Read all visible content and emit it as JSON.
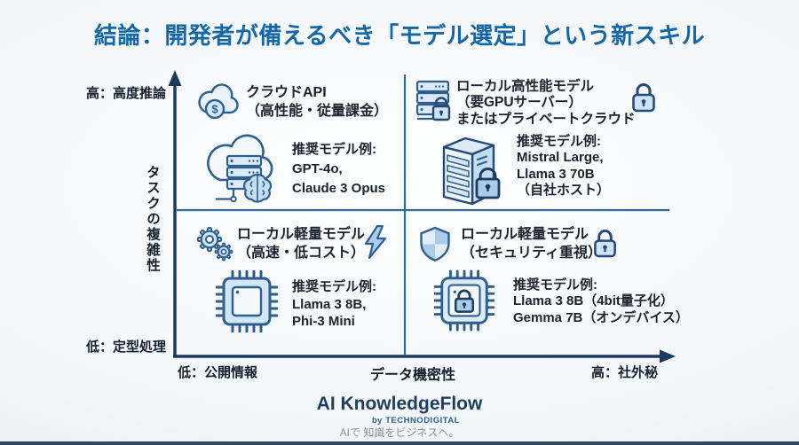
{
  "title": "結論：開発者が備えるべき「モデル選定」という新スキル",
  "axes": {
    "y": {
      "label": "タスクの複雑性",
      "high": "高：高度推論",
      "low": "低：定型処理"
    },
    "x": {
      "label": "データ機密性",
      "low": "低：公開情報",
      "high": "高：社外秘"
    }
  },
  "quadrants": [
    {
      "position": "top-left",
      "header_icon": "cloud-dollar-icon",
      "title_lines": [
        "クラウドAPI",
        "（高性能・従量課金）"
      ],
      "illustration_icon": "cloud-server-brain-icon",
      "recommend_lines": [
        "推奨モデル例:",
        "GPT-4o,",
        "Claude 3 Opus"
      ]
    },
    {
      "position": "top-right",
      "header_icon": "server-lock-icon",
      "accent_icon": "padlock-icon",
      "title_lines": [
        "ローカル高性能モデル",
        "（要GPUサーバー）",
        "またはプライベートクラウド"
      ],
      "illustration_icon": "server-tower-lock-icon",
      "recommend_lines": [
        "推奨モデル例:",
        "Mistral Large,",
        "Llama 3 70B",
        "（自社ホスト）"
      ]
    },
    {
      "position": "bottom-left",
      "header_icon": "gears-icon",
      "accent_icon": "lightning-icon",
      "title_lines": [
        "ローカル軽量モデル",
        "（高速・低コスト）"
      ],
      "illustration_icon": "chip-icon",
      "recommend_lines": [
        "推奨モデル例:",
        "Llama 3 8B,",
        "Phi-3 Mini"
      ]
    },
    {
      "position": "bottom-right",
      "header_icon": "shield-icon",
      "accent_icon": "padlock-icon",
      "title_lines": [
        "ローカル軽量モデル",
        "（セキュリティ重視）"
      ],
      "illustration_icon": "chip-lock-icon",
      "recommend_lines": [
        "推奨モデル例:",
        "Llama 3 8B（4bit量子化）",
        "Gemma 7B（オンデバイス）"
      ]
    }
  ],
  "footer": {
    "brand": "AI KnowledgeFlow",
    "byline": "by TECHNODIGITAL",
    "tagline": "AIで 知識をビジネスへ。"
  },
  "icon_glyphs": {
    "dollar": "$"
  },
  "colors": {
    "title_blue": "#1467a8",
    "axis_navy": "#1b3a5f",
    "divider_blue": "#2e6b96",
    "body_text": "#1b2330",
    "icon_stroke": "#2e5f8f",
    "icon_fill_light": "#dcebf7",
    "icon_fill_medium": "#a9cce9",
    "footer_navy": "#1d3e5e",
    "tagline_gray": "#8e9499"
  }
}
